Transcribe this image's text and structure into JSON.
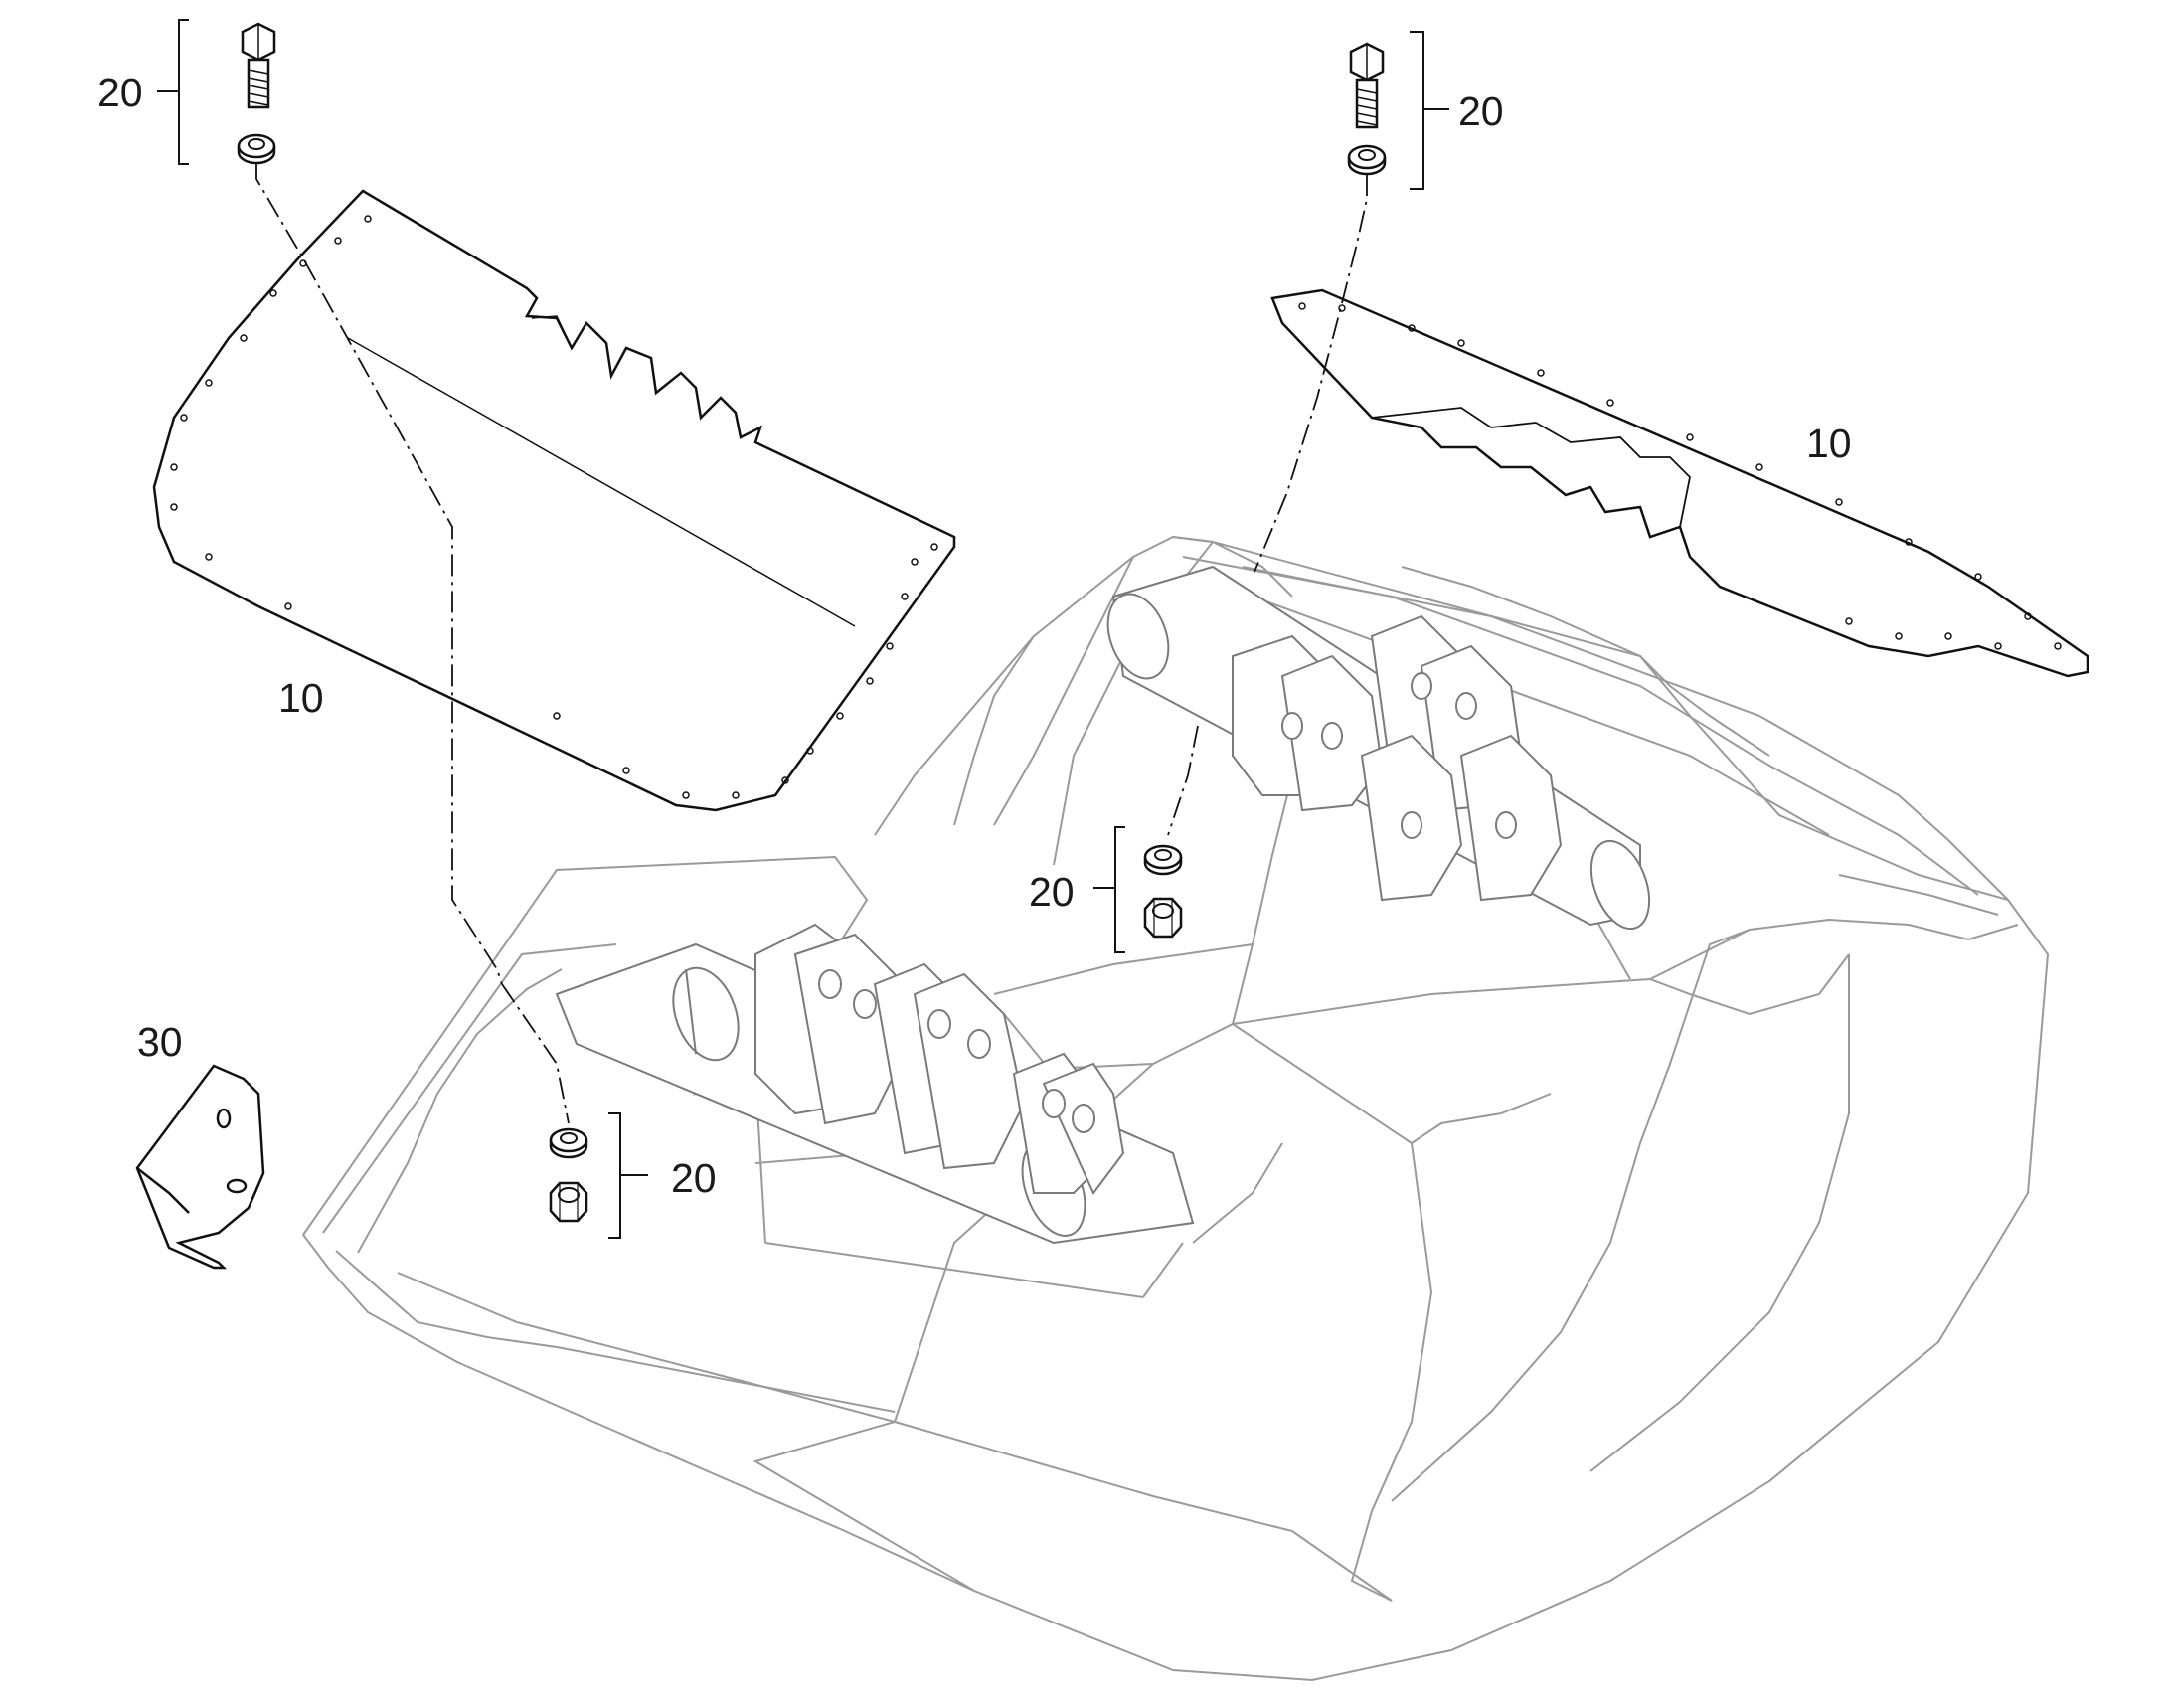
{
  "diagram": {
    "callouts": [
      {
        "id": "c-20-top-left",
        "text": "20"
      },
      {
        "id": "c-20-top-right",
        "text": "20"
      },
      {
        "id": "c-10-left",
        "text": "10"
      },
      {
        "id": "c-10-right",
        "text": "10"
      },
      {
        "id": "c-20-mid",
        "text": "20"
      },
      {
        "id": "c-30",
        "text": "30"
      },
      {
        "id": "c-20-bottom",
        "text": "20"
      }
    ]
  }
}
